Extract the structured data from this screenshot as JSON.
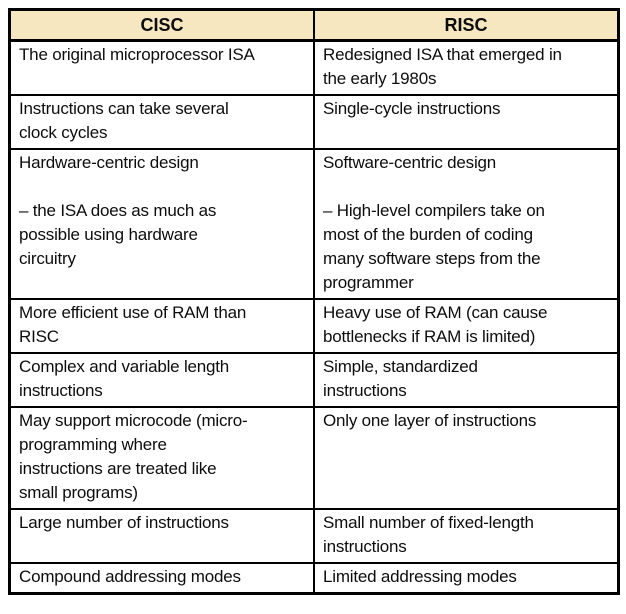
{
  "table": {
    "headers": [
      "CISC",
      "RISC"
    ],
    "colors": {
      "header_bg": "#f6e7c1",
      "border": "#000000",
      "text": "#0d0d0d"
    },
    "rows": [
      {
        "cisc": "The original microprocessor ISA",
        "risc": "Redesigned ISA that emerged in\nthe early 1980s"
      },
      {
        "cisc": "Instructions can take several\nclock cycles",
        "risc": "Single-cycle instructions"
      },
      {
        "cisc": "Hardware-centric design\n\n– the ISA does as much as\npossible using hardware\ncircuitry",
        "risc": "Software-centric design\n\n– High-level compilers take on\nmost of the burden of coding\nmany software steps from the\nprogrammer"
      },
      {
        "cisc": "More efficient use of RAM than\nRISC",
        "risc": "Heavy use of RAM (can cause\nbottlenecks if RAM is limited)"
      },
      {
        "cisc": "Complex and variable length\ninstructions",
        "risc": "Simple, standardized\ninstructions"
      },
      {
        "cisc": "May support microcode (micro-\nprogramming where\ninstructions are treated like\nsmall programs)",
        "risc": "Only one layer of instructions"
      },
      {
        "cisc": "Large number of instructions",
        "risc": "Small number of fixed-length\ninstructions"
      },
      {
        "cisc": "Compound addressing modes",
        "risc": "Limited addressing modes"
      }
    ]
  }
}
